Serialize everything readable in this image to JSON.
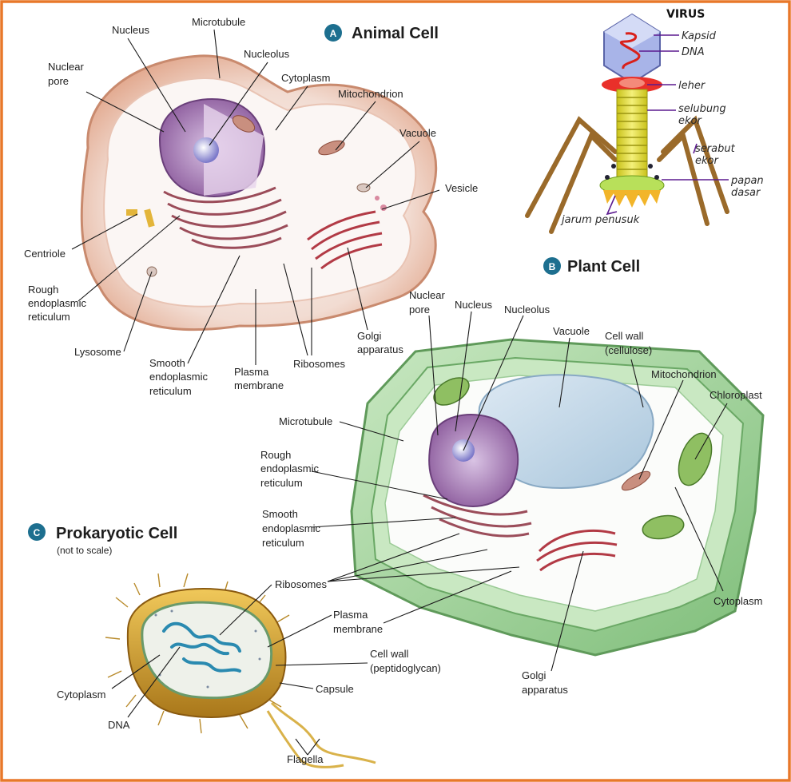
{
  "colors": {
    "frame": "#e8782a",
    "badge": "#1d6f8f",
    "animal_membrane": "#e9b9a0",
    "plant_wall": "#9fd19a",
    "bacteria_capsule": "#d9a93a",
    "virus_tail": "#d9d93a",
    "virus_fibers": "#9a6a2a",
    "virus_label_line": "#5b1a8f"
  },
  "animal": {
    "badge": "A",
    "title": "Animal Cell",
    "labels": {
      "nucleus": "Nucleus",
      "microtubule": "Microtubule",
      "nuclear_pore_1": "Nuclear",
      "nuclear_pore_2": "pore",
      "nucleolus": "Nucleolus",
      "cytoplasm": "Cytoplasm",
      "mitochondrion": "Mitochondrion",
      "vacuole": "Vacuole",
      "vesicle": "Vesicle",
      "centriole": "Centriole",
      "rough_er_1": "Rough",
      "rough_er_2": "endoplasmic",
      "rough_er_3": "reticulum",
      "lysosome": "Lysosome",
      "smooth_er_1": "Smooth",
      "smooth_er_2": "endoplasmic",
      "smooth_er_3": "reticulum",
      "plasma_1": "Plasma",
      "plasma_2": "membrane",
      "ribosomes": "Ribosomes",
      "golgi_1": "Golgi",
      "golgi_2": "apparatus"
    }
  },
  "virus": {
    "title": "VIRUS",
    "labels": {
      "kapsid": "Kapsid",
      "dna": "DNA",
      "leher": "leher",
      "selubung_1": "selubung",
      "selubung_2": "ekor",
      "serabut_1": "serabut",
      "serabut_2": "ekor",
      "papan_1": "papan",
      "papan_2": "dasar",
      "jarum": "jarum penusuk"
    }
  },
  "plant": {
    "badge": "B",
    "title": "Plant Cell",
    "labels": {
      "nuclear_pore_1": "Nuclear",
      "nuclear_pore_2": "pore",
      "nucleus": "Nucleus",
      "nucleolus": "Nucleolus",
      "vacuole": "Vacuole",
      "cell_wall_1": "Cell wall",
      "cell_wall_2": "(cellulose)",
      "mitochondrion": "Mitochondrion",
      "chloroplast": "Chloroplast",
      "microtubule": "Microtubule",
      "rough_er_1": "Rough",
      "rough_er_2": "endoplasmic",
      "rough_er_3": "reticulum",
      "smooth_er_1": "Smooth",
      "smooth_er_2": "endoplasmic",
      "smooth_er_3": "reticulum",
      "cytoplasm": "Cytoplasm",
      "golgi_1": "Golgi",
      "golgi_2": "apparatus"
    }
  },
  "prokaryote": {
    "badge": "C",
    "title": "Prokaryotic Cell",
    "subtitle": "(not to scale)",
    "labels": {
      "ribosomes": "Ribosomes",
      "plasma_1": "Plasma",
      "plasma_2": "membrane",
      "cell_wall_1": "Cell wall",
      "cell_wall_2": "(peptidoglycan)",
      "capsule": "Capsule",
      "cytoplasm": "Cytoplasm",
      "dna": "DNA",
      "flagella": "Flagella"
    }
  }
}
